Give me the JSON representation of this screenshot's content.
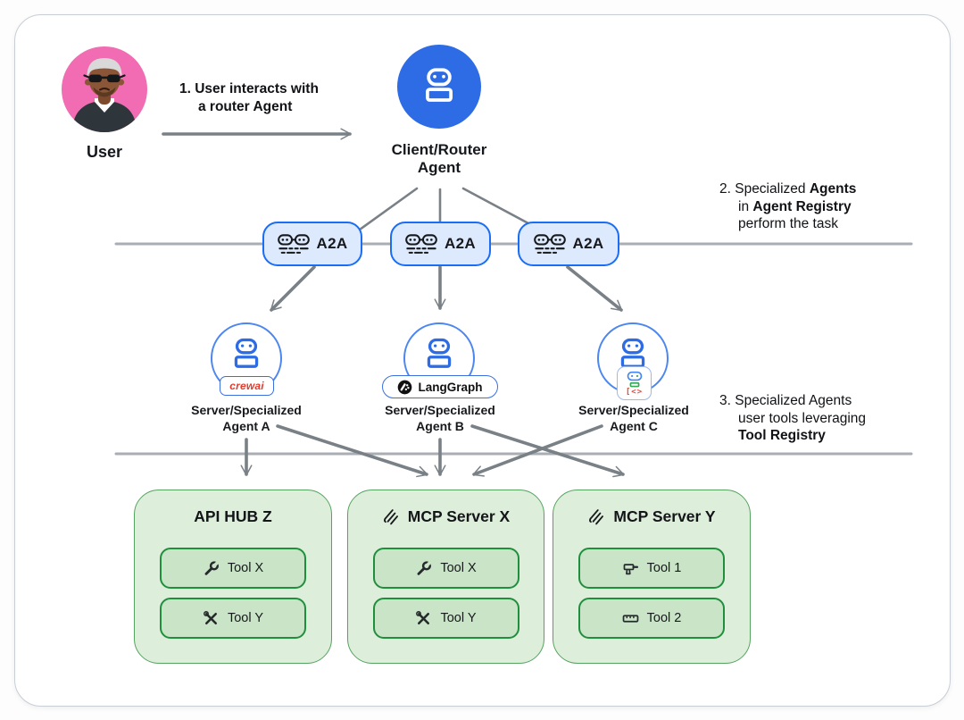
{
  "user": {
    "label": "User"
  },
  "router_agent": {
    "label_lines": [
      "Client/Router",
      "Agent"
    ]
  },
  "steps": [
    {
      "lines": [
        [
          {
            "text": "1. User interacts with",
            "bold": true
          }
        ],
        [
          {
            "text": "a router Agent",
            "bold": true
          }
        ]
      ]
    },
    {
      "lines": [
        [
          {
            "text": "2. Specialized ",
            "bold": false
          },
          {
            "text": "Agents",
            "bold": true
          }
        ],
        [
          {
            "text": "in ",
            "bold": false
          },
          {
            "text": "Agent Registry",
            "bold": true
          }
        ],
        [
          {
            "text": "perform the task",
            "bold": false
          }
        ]
      ]
    },
    {
      "lines": [
        [
          {
            "text": "3. Specialized Agents",
            "bold": false
          }
        ],
        [
          {
            "text": "user tools leveraging",
            "bold": false
          }
        ],
        [
          {
            "text": "Tool Registry",
            "bold": true
          }
        ]
      ]
    }
  ],
  "a2a_label": "A2A",
  "agents": [
    {
      "label_lines": [
        "Server/Specialized",
        "Agent A"
      ],
      "framework": "crewai",
      "framework_label": "crewai"
    },
    {
      "label_lines": [
        "Server/Specialized",
        "Agent B"
      ],
      "framework": "langgraph",
      "framework_label": "LangGraph"
    },
    {
      "label_lines": [
        "Server/Specialized",
        "Agent C"
      ],
      "framework": "adk",
      "framework_label": "[<>"
    }
  ],
  "tool_boxes": [
    {
      "title": "API HUB Z",
      "title_icon": "",
      "tools": [
        {
          "icon": "wrench-icon",
          "label": "Tool X"
        },
        {
          "icon": "crossed-tools-icon",
          "label": "Tool Y"
        }
      ]
    },
    {
      "title": "MCP Server X",
      "title_icon": "mcp-icon",
      "tools": [
        {
          "icon": "wrench-icon",
          "label": "Tool X"
        },
        {
          "icon": "crossed-tools-icon",
          "label": "Tool Y"
        }
      ]
    },
    {
      "title": "MCP Server Y",
      "title_icon": "mcp-icon",
      "tools": [
        {
          "icon": "drill-icon",
          "label": "Tool 1"
        },
        {
          "icon": "ruler-icon",
          "label": "Tool 2"
        }
      ]
    }
  ],
  "colors": {
    "agent_blue": "#2d6ce5",
    "a2a_fill": "#dde9fc",
    "a2a_border": "#1a6ef5",
    "box_fill": "#ddeedb",
    "box_border": "#56a361",
    "tool_fill": "#c9e4c6",
    "tool_border": "#1f8e3d",
    "arrow_gray": "#798086",
    "rule_gray": "#a8aeb4",
    "avatar_pink": "#f16cb2",
    "crewai_red": "#e33b2e"
  }
}
